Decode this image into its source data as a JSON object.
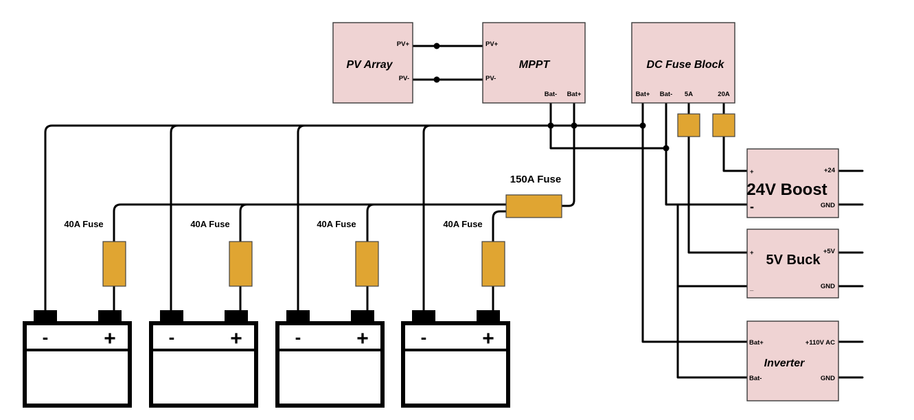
{
  "pv_array": {
    "title": "PV Array",
    "pin_pos": "PV+",
    "pin_neg": "PV-"
  },
  "mppt": {
    "title": "MPPT",
    "pin_pv_pos": "PV+",
    "pin_pv_neg": "PV-",
    "pin_bat_neg": "Bat-",
    "pin_bat_pos": "Bat+"
  },
  "fuse_block": {
    "title": "DC Fuse Block",
    "pin_bat_pos": "Bat+",
    "pin_bat_neg": "Bat-",
    "pin_5a": "5A",
    "pin_20a": "20A"
  },
  "boost": {
    "title": "24V Boost",
    "pin_in_pos": "+",
    "pin_in_neg": "-",
    "pin_out": "+24",
    "pin_gnd": "GND"
  },
  "buck": {
    "title": "5V Buck",
    "pin_in_pos": "+",
    "pin_in_neg": "_",
    "pin_out": "+5V",
    "pin_gnd": "GND"
  },
  "inverter": {
    "title": "Inverter",
    "pin_bat_pos": "Bat+",
    "pin_bat_neg": "Bat-",
    "pin_out": "+110V AC",
    "pin_gnd": "GND"
  },
  "main_fuse": {
    "label": "150A Fuse"
  },
  "battery_fuses": [
    {
      "label": "40A Fuse"
    },
    {
      "label": "40A Fuse"
    },
    {
      "label": "40A Fuse"
    },
    {
      "label": "40A Fuse"
    }
  ],
  "batteries": [
    {
      "neg_symbol": "-",
      "pos_symbol": "+"
    },
    {
      "neg_symbol": "-",
      "pos_symbol": "+"
    },
    {
      "neg_symbol": "-",
      "pos_symbol": "+"
    },
    {
      "neg_symbol": "-",
      "pos_symbol": "+"
    }
  ],
  "colors": {
    "box_fill": "#efd3d3",
    "fuse_fill": "#e0a532",
    "wire": "#000000"
  }
}
